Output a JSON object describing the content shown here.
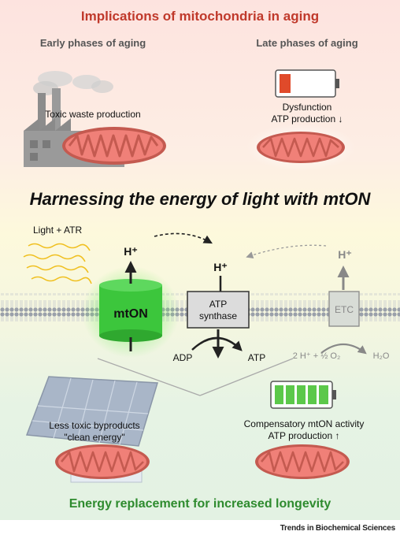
{
  "top_section": {
    "title": "Implications of mitochondria in aging",
    "early": {
      "heading": "Early phases of aging",
      "caption": "Toxic waste production"
    },
    "late": {
      "heading": "Late phases of aging",
      "caption_line1": "Dysfunction",
      "caption_line2": "ATP production ↓"
    }
  },
  "middle_section": {
    "title": "Harnessing the energy of light with mtON",
    "light_label": "Light + ATR",
    "mton_label": "mtON",
    "h_plus_left": "H⁺",
    "h_plus_center": "H⁺",
    "h_plus_right": "H⁺",
    "atp_synthase_line1": "ATP",
    "atp_synthase_line2": "synthase",
    "adp_label": "ADP",
    "atp_label": "ATP",
    "etc_label": "ETC",
    "reaction_left": "2 H⁺ + ½ O₂",
    "reaction_right": "H₂O"
  },
  "bottom_section": {
    "left_caption_line1": "Less toxic byproducts",
    "left_caption_line2": "\"clean energy\"",
    "right_caption_line1": "Compensatory mtON activity",
    "right_caption_line2": "ATP production ↑",
    "title": "Energy replacement for increased longevity"
  },
  "credit": "Trends in Biochemical Sciences",
  "colors": {
    "top_title": "#c0392b",
    "bottom_title": "#2e8b2e",
    "mton_green": "#3cc63c",
    "battery_low": "#e04a2a",
    "battery_full": "#5cc84a",
    "mito_fill": "#f08078",
    "light_wave": "#f0c020"
  }
}
